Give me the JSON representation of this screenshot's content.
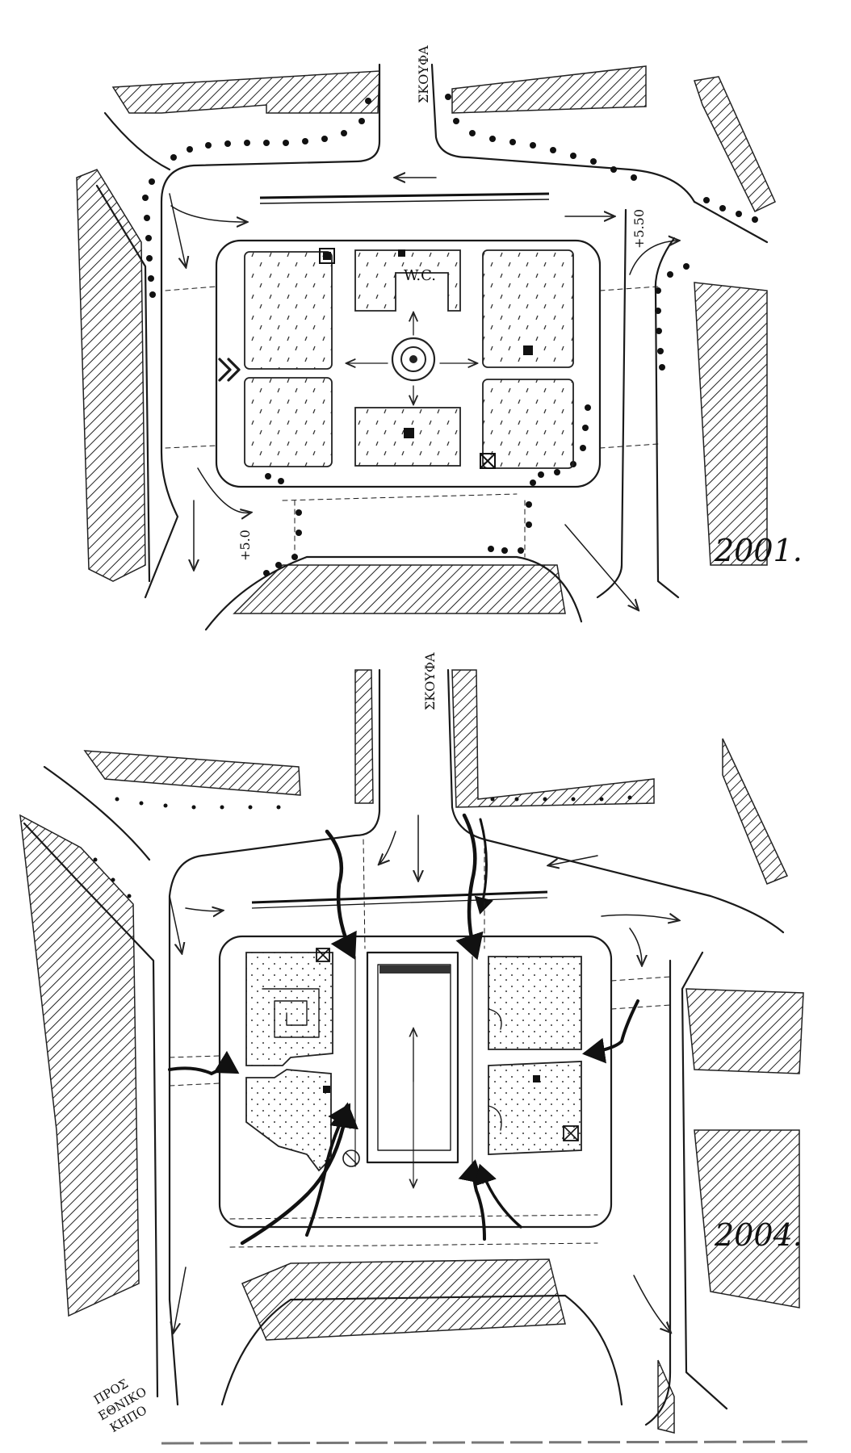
{
  "plan_2001": {
    "year": "2001.",
    "street_label": "ΣΚΟΥΦΑ",
    "wc_label": "W.C.",
    "level_label_right": "+5.50",
    "level_label_left": "+5.0"
  },
  "plan_2004": {
    "year": "2004.",
    "street_label": "ΣΚΟΥΦΑ",
    "direction_label": [
      "ΠΡΟΣ",
      "ΕΘΝΙΚΟ",
      "ΚΗΠΟ"
    ]
  },
  "colors": {
    "ink": "#1a1a1a",
    "paper": "#ffffff"
  }
}
